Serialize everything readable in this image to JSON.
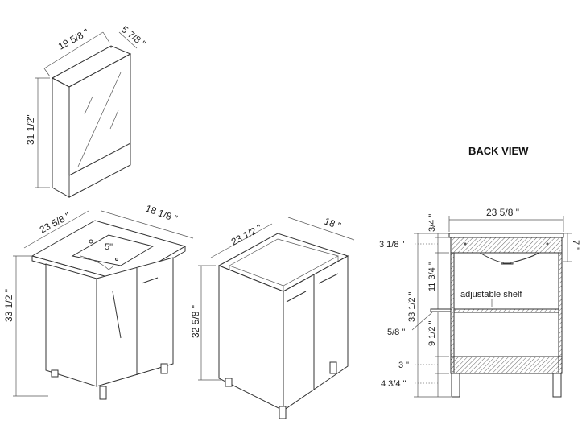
{
  "mirror_cabinet": {
    "width": "19 5/8 \"",
    "depth": "5 7/8 \"",
    "height": "31 1/2\""
  },
  "vanity_with_sink": {
    "width": "23 5/8 \"",
    "depth": "18 1/8 \"",
    "height": "33 1/2 \"",
    "sink_depth": "5\""
  },
  "vanity_cabinet": {
    "width": "23 1/2 \"",
    "depth": "18 \"",
    "height": "32 5/8 \""
  },
  "back_view": {
    "title": "BACK VIEW",
    "width": "23 5/8 \"",
    "top_thickness": "3/4 \"",
    "rail": "3 1/8 \"",
    "basin_depth": "7 \"",
    "upper_opening": "11 3/4 \"",
    "total_height": "33 1/2 \"",
    "shelf_label": "adjustable shelf",
    "shelf_thickness": "5/8 \"",
    "lower_opening": "9 1/2 \"",
    "bottom_rail": "3 \"",
    "leg_height": "4 3/4 \""
  }
}
